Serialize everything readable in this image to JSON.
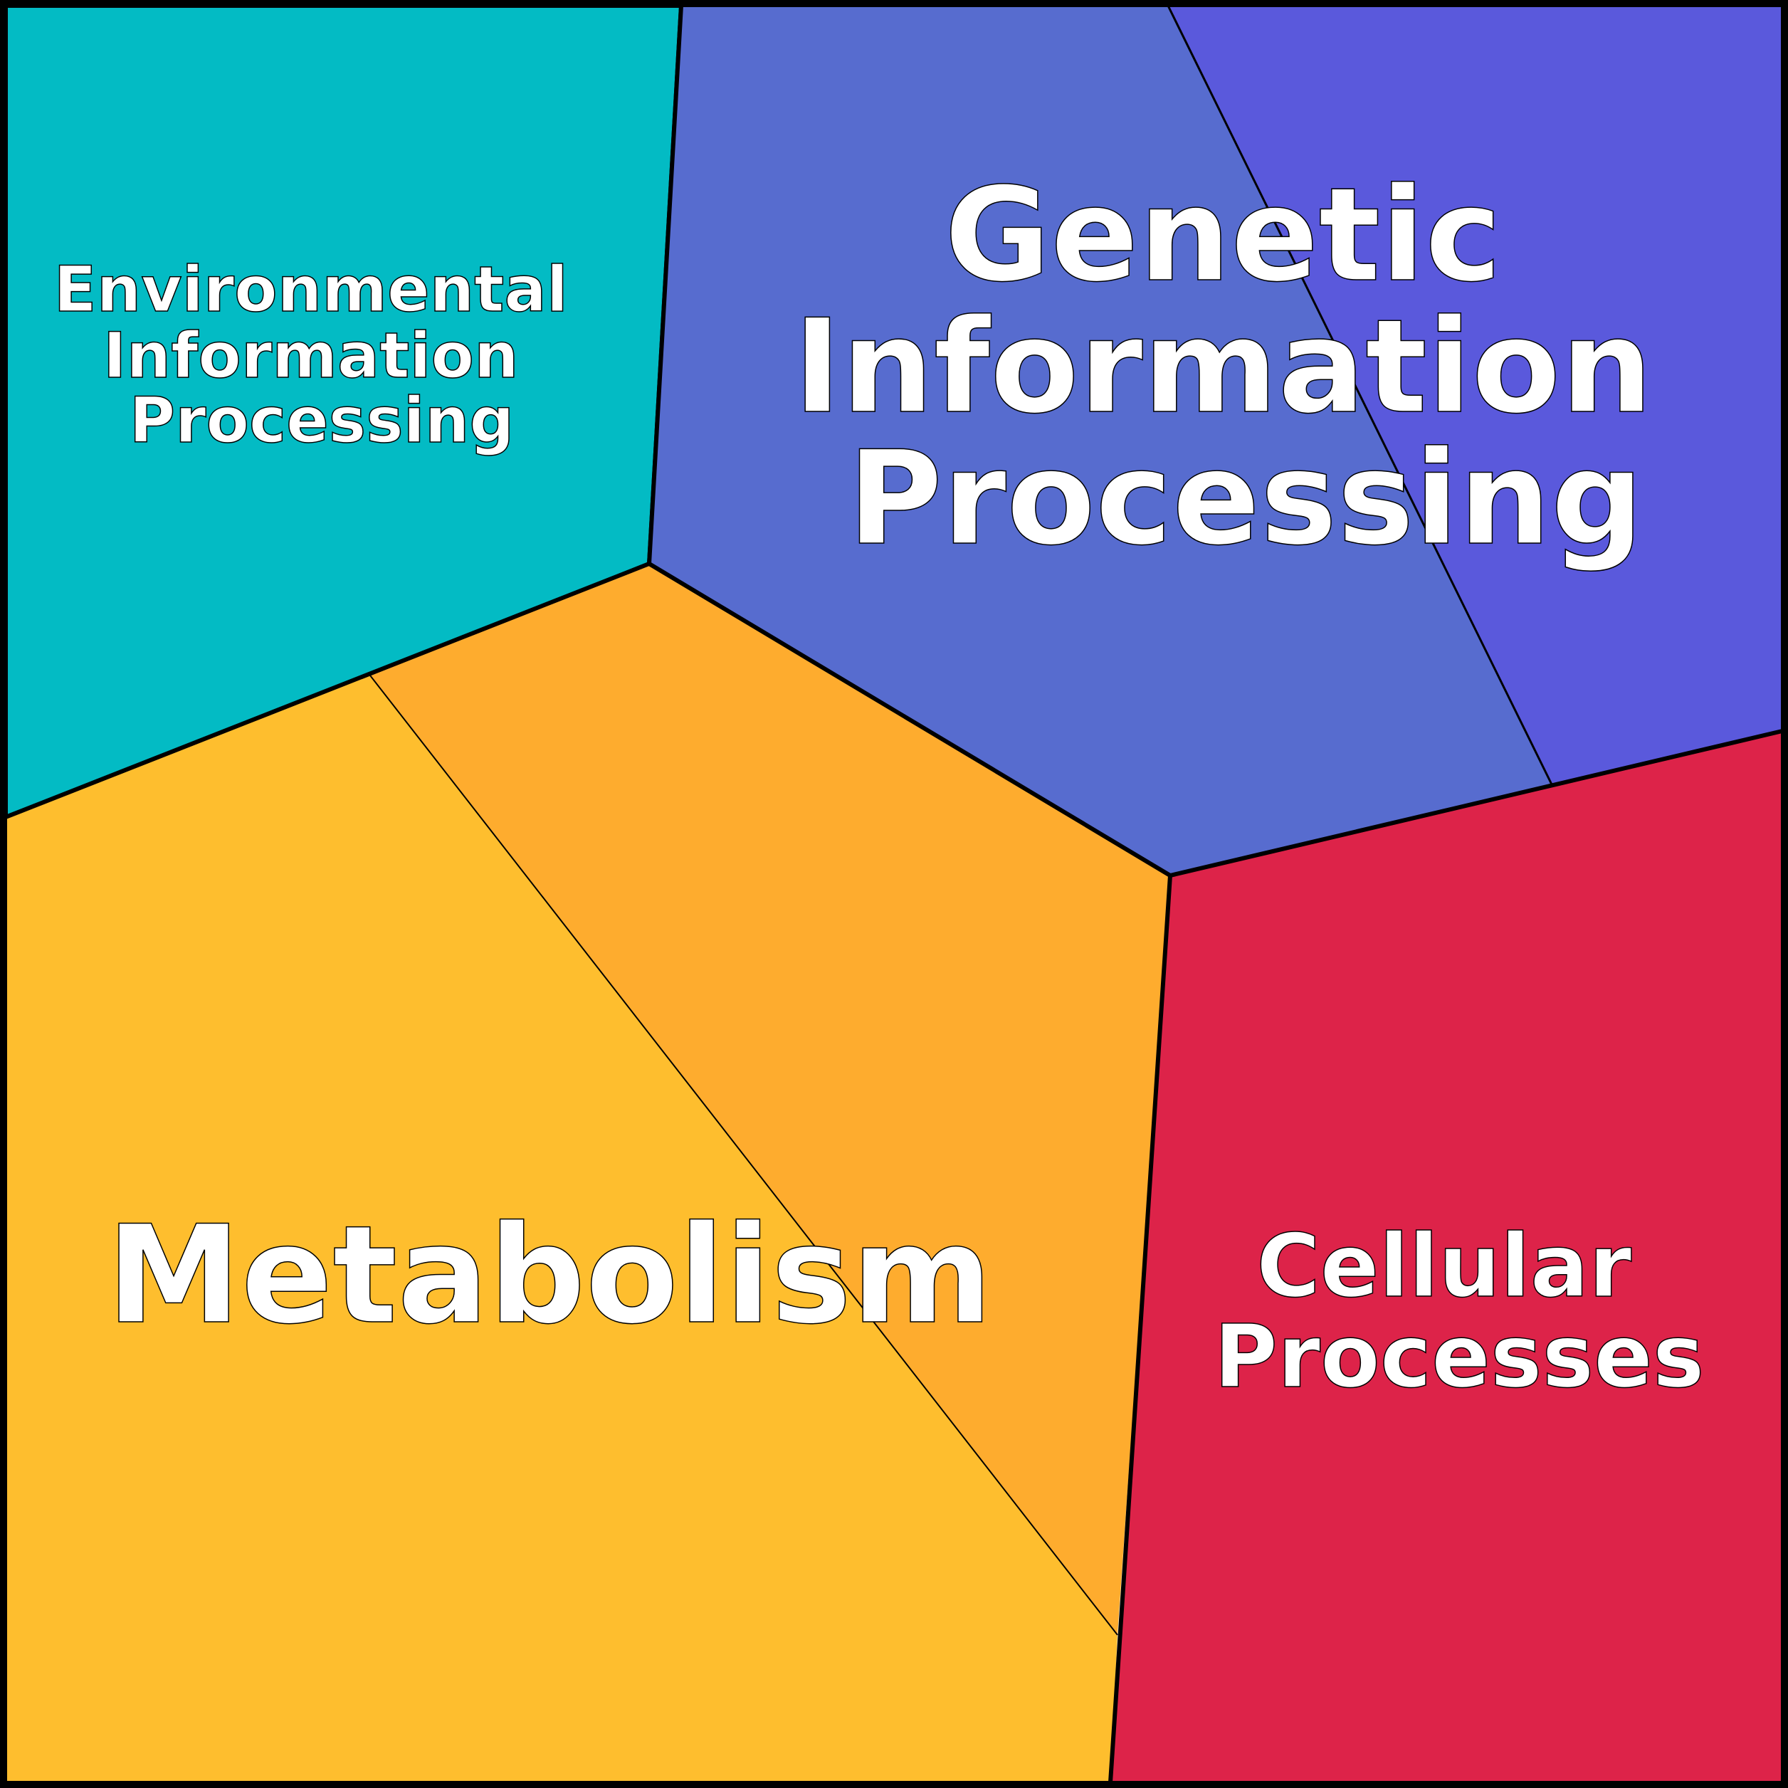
{
  "regions": {
    "environmental": {
      "lines": [
        "Environmental",
        "Information",
        "Processing"
      ],
      "color": "#03BBC4"
    },
    "genetic": {
      "lines": [
        "Genetic",
        "Information",
        "Processing"
      ],
      "color_main": "#576CCF",
      "color_sub": "#5A59DC"
    },
    "metabolism": {
      "lines": [
        "Metabolism"
      ],
      "color_main": "#FEBE2E",
      "color_sub": "#FEAC2E"
    },
    "cellular": {
      "lines": [
        "Cellular",
        "Processes"
      ],
      "color": "#DD2349"
    }
  },
  "border_color": "#000000"
}
